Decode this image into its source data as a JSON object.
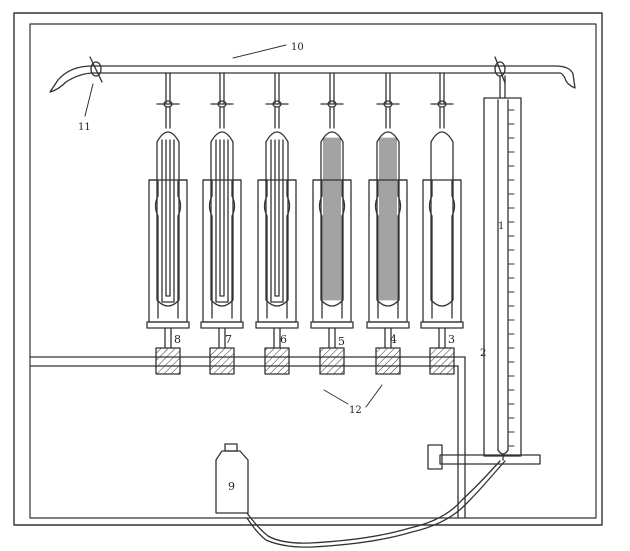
{
  "diagram": {
    "stroke_color": "#333333",
    "background_color": "#ffffff",
    "tube_labels": [
      "8",
      "7",
      "6",
      "5",
      "4",
      "3"
    ],
    "label_manifold": "10",
    "label_left_valve": "11",
    "label_collector": "12",
    "label_column": "1",
    "label_column_inner": "2",
    "label_bottle": "9"
  }
}
